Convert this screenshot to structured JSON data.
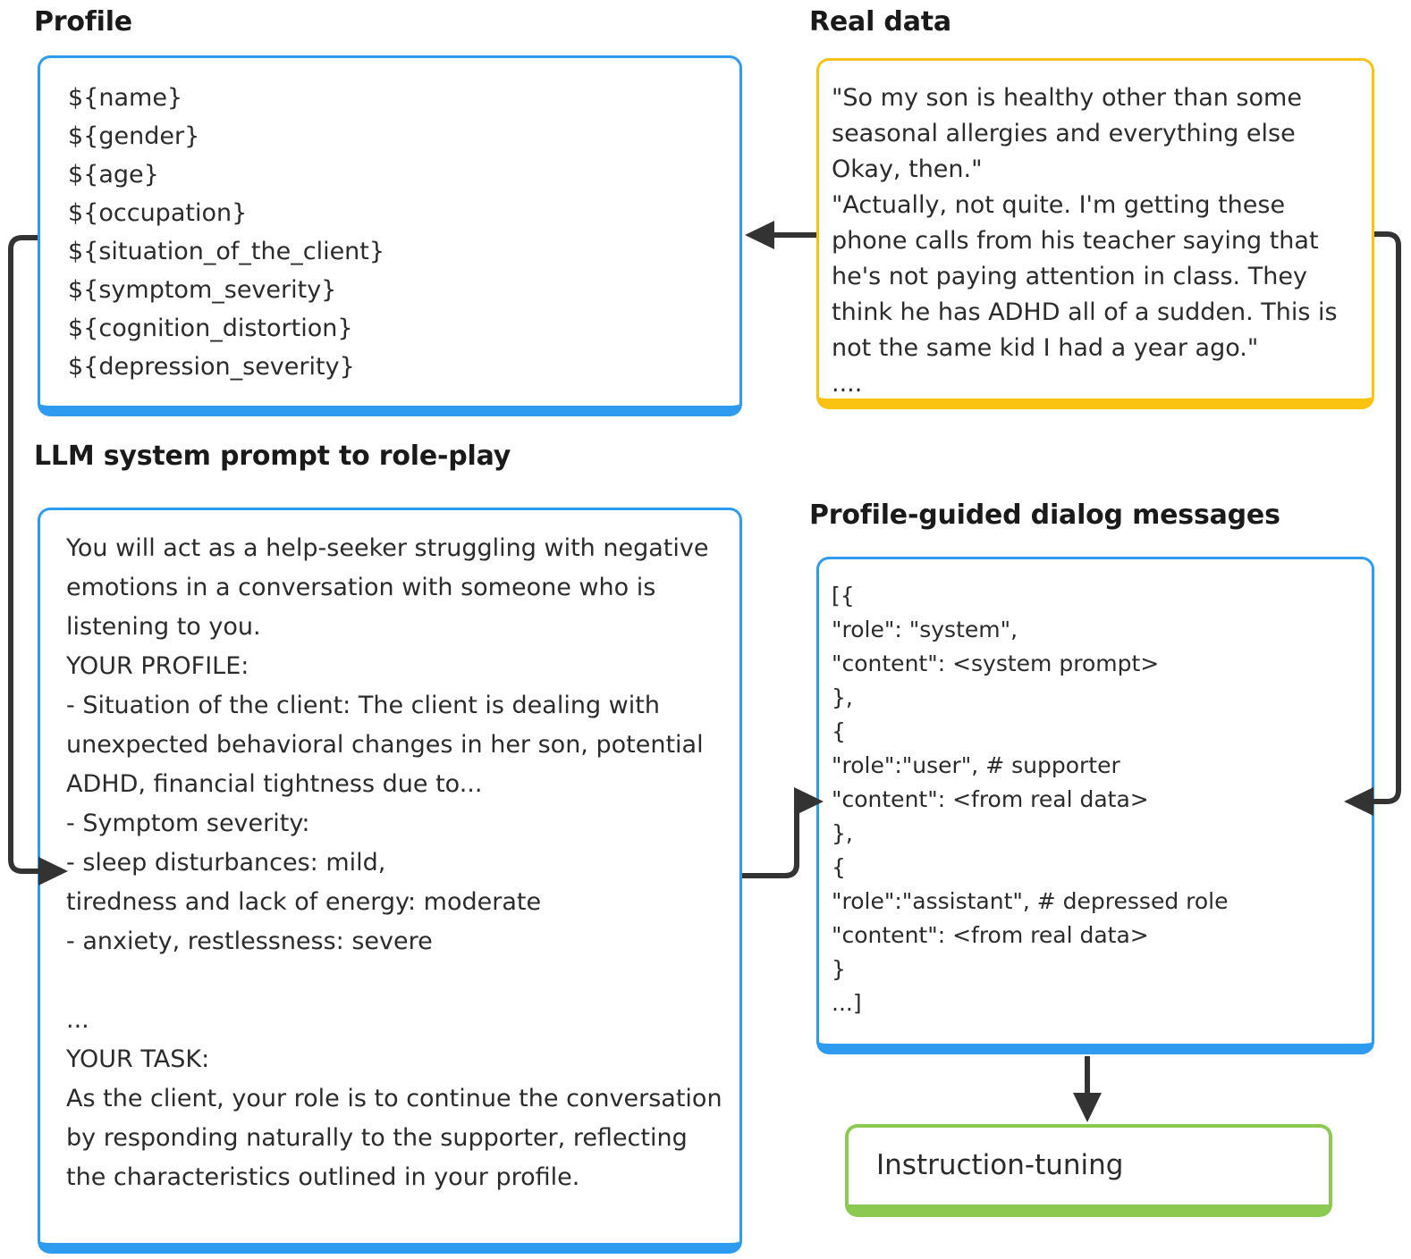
{
  "diagram": {
    "title": "Profile-guided dialog generation and instruction-tuning pipeline",
    "colors": {
      "blue": "#2d9cf0",
      "yellow": "#fac312",
      "green": "#8bc951",
      "arrow": "#333333",
      "text": "#2b2b2b",
      "heading": "#1a1a1a",
      "background": "#ffffff"
    }
  },
  "profile": {
    "heading": "Profile",
    "body": "${name}\n${gender}\n${age}\n${occupation}\n${situation_of_the_client}\n${symptom_severity}\n${cognition_distortion}\n${depression_severity}",
    "fields": [
      "${name}",
      "${gender}",
      "${age}",
      "${occupation}",
      "${situation_of_the_client}",
      "${symptom_severity}",
      "${cognition_distortion}",
      "${depression_severity}"
    ]
  },
  "real_data": {
    "heading": "Real data",
    "body": "\"So my son is healthy other than some seasonal allergies and everything else Okay, then.\"\n\"Actually, not quite. I'm getting these phone calls from his teacher saying that he's not paying attention in class. They think he has ADHD all of a sudden. This is not the same kid I had a year ago.\"\n....",
    "quotes": [
      "\"So my son is healthy other than some seasonal allergies and everything else Okay, then.\"",
      "\"Actually, not quite. I'm getting these phone calls from his teacher saying that he's not paying attention in class. They think he has ADHD all of a sudden. This is not the same kid I had a year ago.\"",
      "...."
    ]
  },
  "system_prompt": {
    "heading": "LLM system prompt to role-play",
    "body": "You will act as a help-seeker struggling with negative emotions in a conversation with someone who is listening to you.\nYOUR PROFILE:\n- Situation of the client: The client is dealing with unexpected behavioral changes in her son, potential ADHD, financial tightness due to...\n- Symptom severity:\n- sleep disturbances: mild,\ntiredness and lack of energy: moderate\n- anxiety, restlessness: severe\n\n...\nYOUR TASK:\nAs the client, your role is to continue the conversation by responding naturally to the supporter, reflecting the characteristics outlined in your profile.",
    "lines": [
      "You will act as a help-seeker struggling with negative emotions in a conversation with someone who is listening to you.",
      "YOUR PROFILE:",
      "- Situation of the client: The client is dealing with unexpected behavioral changes in her son, potential ADHD, financial tightness due to...",
      "- Symptom severity:",
      "- sleep disturbances: mild,",
      "tiredness and lack of energy: moderate",
      "- anxiety, restlessness: severe",
      "",
      "...",
      "YOUR TASK:",
      "As the client, your role is to continue the conversation by responding naturally to the supporter, reflecting the characteristics outlined in your profile."
    ]
  },
  "dialog_messages": {
    "heading": "Profile-guided dialog messages",
    "body": "[{\n\"role\": \"system\",\n\"content\": <system prompt>\n},\n{\n\"role\":\"user\", # supporter\n\"content\": <from real data>\n},\n{\n\"role\":\"assistant\", # depressed role\n\"content\": <from real data>\n}\n...]",
    "lines": [
      "[{",
      "\"role\": \"system\",",
      "\"content\": <system prompt>",
      "},",
      "{",
      "\"role\":\"user\", # supporter",
      "\"content\": <from real data>",
      "},",
      "{",
      "\"role\":\"assistant\", # depressed role",
      "\"content\": <from real data>",
      "}",
      "...]"
    ]
  },
  "instruction_tuning": {
    "label": "Instruction-tuning"
  },
  "connectors": [
    {
      "name": "real-data-to-profile",
      "from": "real_data",
      "to": "profile",
      "style": "straight-left-arrow"
    },
    {
      "name": "profile-to-system-prompt",
      "from": "profile",
      "to": "system_prompt",
      "style": "left-elbow"
    },
    {
      "name": "system-prompt-to-dialog",
      "from": "system_prompt",
      "to": "dialog_messages",
      "style": "s-elbow"
    },
    {
      "name": "real-data-to-dialog",
      "from": "real_data",
      "to": "dialog_messages",
      "style": "right-elbow"
    },
    {
      "name": "dialog-to-instruction-tuning",
      "from": "dialog_messages",
      "to": "instruction_tuning",
      "style": "straight-down-arrow"
    }
  ]
}
